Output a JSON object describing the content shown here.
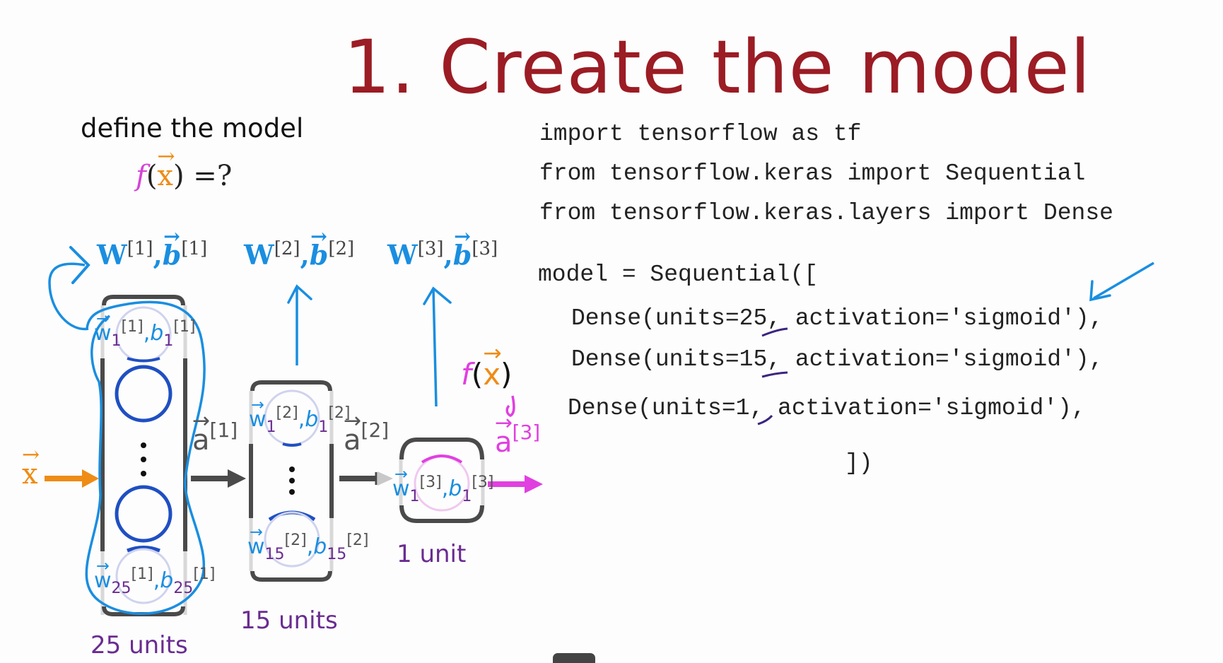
{
  "slide": {
    "title": "1. Create the model",
    "subtitle": "define the model",
    "question": {
      "f": "f",
      "open": "(",
      "x": "x",
      "close": ")",
      "rest": " =?"
    }
  },
  "network": {
    "input_label": "x",
    "layers": [
      {
        "params_w": "W",
        "params_b": "b",
        "index": "[1]",
        "units_label": "25 units",
        "neuron_top": {
          "w": "w",
          "sub": "1",
          "sup": "[1]",
          "b": "b"
        },
        "neuron_bottom": {
          "w": "w",
          "sub": "25",
          "sup": "[1]",
          "b": "b"
        },
        "activation": "a",
        "activation_index": "[1]"
      },
      {
        "params_w": "W",
        "params_b": "b",
        "index": "[2]",
        "units_label": "15 units",
        "neuron_top": {
          "w": "w",
          "sub": "1",
          "sup": "[2]",
          "b": "b"
        },
        "neuron_bottom": {
          "w": "w",
          "sub": "15",
          "sup": "[2]",
          "b": "b"
        },
        "activation": "a",
        "activation_index": "[2]"
      },
      {
        "params_w": "W",
        "params_b": "b",
        "index": "[3]",
        "units_label": "1 unit",
        "neuron_top": {
          "w": "w",
          "sub": "1",
          "sup": "[3]",
          "b": "b"
        },
        "activation": "a",
        "activation_index": "[3]"
      }
    ],
    "output_annotation": {
      "f": "f",
      "open": "(",
      "x": "x",
      "close": ")"
    },
    "comma": ","
  },
  "code": {
    "imports": [
      "import tensorflow as tf",
      "from tensorflow.keras import Sequential",
      "from tensorflow.keras.layers import Dense"
    ],
    "model_open": "model = Sequential([",
    "layers": [
      "Dense(units=25, activation='sigmoid'),",
      "Dense(units=15, activation='sigmoid'),",
      "Dense(units=1, activation='sigmoid'),"
    ],
    "model_close": "])"
  },
  "colors": {
    "title": "#9b1c24",
    "annotation_blue": "#1a8ee0",
    "neuron_blue": "#1f4fc2",
    "input_orange": "#ee8c16",
    "output_pink": "#e040e0",
    "units_purple": "#6a2c91",
    "box_gray": "#4a4a4a"
  }
}
